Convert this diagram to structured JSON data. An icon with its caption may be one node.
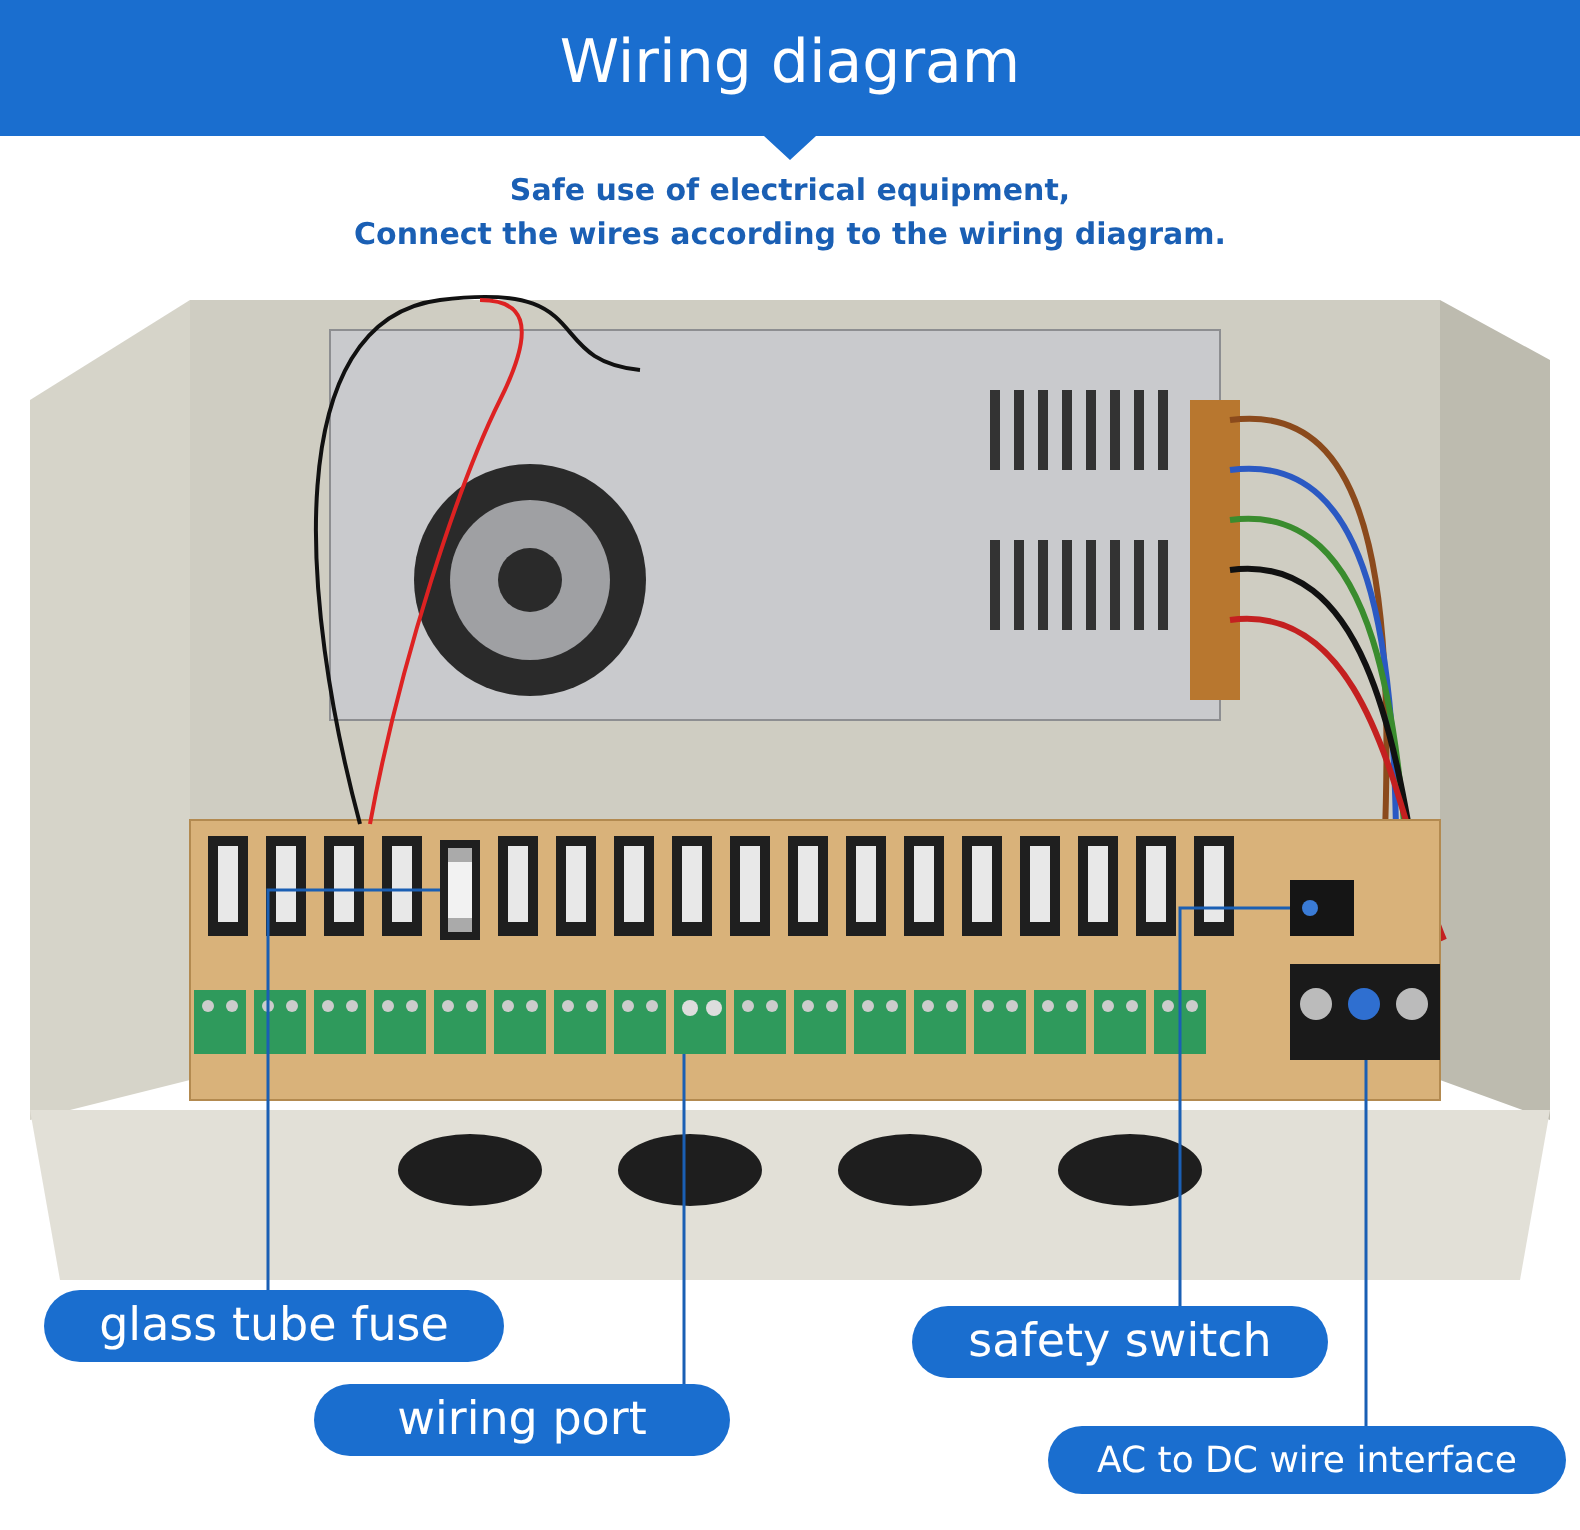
{
  "diagram": {
    "title": "Wiring diagram",
    "nodes": [
      {
        "text": [],
        "shape": "picture"
      },
      {
        "text": [
          "glass tube fuse"
        ]
      },
      {
        "text": [
          "wiring port"
        ]
      },
      {
        "text": [
          "safety switch"
        ]
      },
      {
        "text": [
          "AC to DC wire interface"
        ]
      },
      {
        "text": [],
        "shape": "picture",
        "in": 0
      },
      {
        "text": [],
        "shape": "picture",
        "in": 0
      },
      {
        "text": [],
        "shape": "picture",
        "in": 0
      },
      {
        "text": [],
        "shape": "picture",
        "in": 0
      }
    ],
    "edges": [
      {
        "from": 1,
        "to": 5,
        "arrow": "none"
      },
      {
        "from": 2,
        "to": 6,
        "arrow": "none"
      },
      {
        "from": 3,
        "to": 7,
        "arrow": "none"
      },
      {
        "from": 4,
        "to": 8,
        "arrow": "none"
      }
    ],
    "labels": [
      "Safe use of electrical equipment,",
      "Connect the wires according to the wiring diagram."
    ]
  }
}
